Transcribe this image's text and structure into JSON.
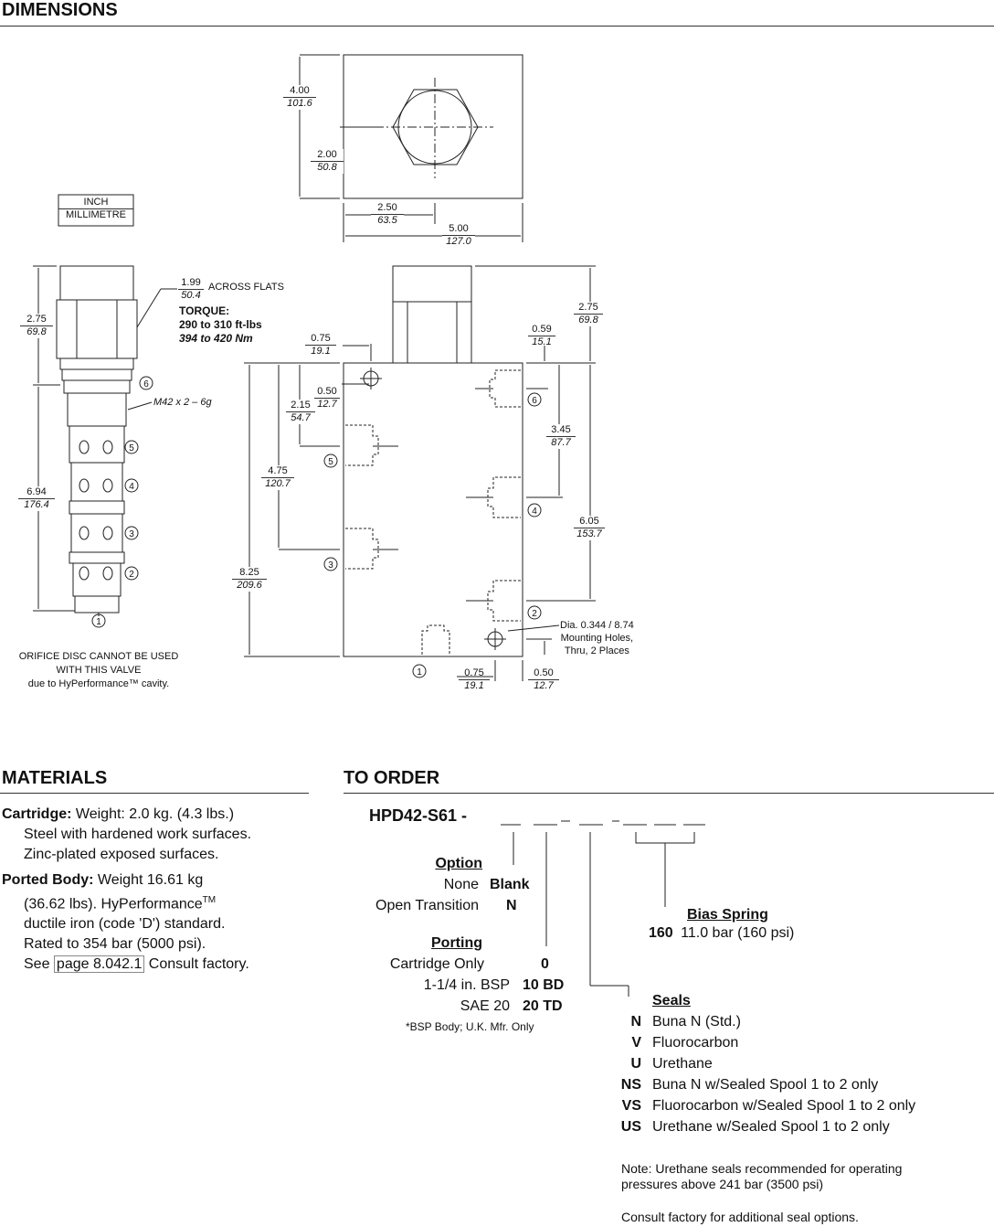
{
  "dimensions": {
    "heading": "DIMENSIONS",
    "unit_key": {
      "top": "INCH",
      "bottom": "MILLIMETRE"
    },
    "top_view": {
      "height": {
        "in": "4.00",
        "mm": "101.6"
      },
      "half_height": {
        "in": "2.00",
        "mm": "50.8"
      },
      "half_width": {
        "in": "2.50",
        "mm": "63.5"
      },
      "width": {
        "in": "5.00",
        "mm": "127.0"
      }
    },
    "cartridge": {
      "hex": {
        "in": "1.99",
        "mm": "50.4",
        "text": "ACROSS FLATS"
      },
      "torque_label": "TORQUE:",
      "torque_ftlb": "290 to 310 ft-lbs",
      "torque_nm": "394 to 420 Nm",
      "thread": "M42 x 2 – 6g",
      "top_len": {
        "in": "2.75",
        "mm": "69.8"
      },
      "total_len": {
        "in": "6.94",
        "mm": "176.4"
      },
      "note": [
        "ORIFICE DISC CANNOT BE USED",
        "WITH THIS VALVE",
        "due to HyPerformance™ cavity."
      ]
    },
    "body": {
      "cart_height": {
        "in": "2.75",
        "mm": "69.8"
      },
      "left_hole": {
        "in": "0.75",
        "mm": "19.1"
      },
      "port_top": {
        "in": "0.50",
        "mm": "12.7"
      },
      "right_top": {
        "in": "0.59",
        "mm": "15.1"
      },
      "port5": {
        "in": "2.15",
        "mm": "54.7"
      },
      "port3": {
        "in": "4.75",
        "mm": "120.7"
      },
      "port4": {
        "in": "3.45",
        "mm": "87.7"
      },
      "overall": {
        "in": "8.25",
        "mm": "209.6"
      },
      "right_len": {
        "in": "6.05",
        "mm": "153.7"
      },
      "bottom_left": {
        "in": "0.75",
        "mm": "19.1"
      },
      "bottom_right": {
        "in": "0.50",
        "mm": "12.7"
      },
      "mounting": [
        "Dia. 0.344 / 8.74",
        "Mounting Holes,",
        "Thru, 2 Places"
      ]
    },
    "ports": [
      "1",
      "2",
      "3",
      "4",
      "5",
      "6"
    ]
  },
  "materials": {
    "heading": "MATERIALS",
    "cartridge_label": "Cartridge:",
    "cartridge_text": "Weight: 2.0 kg. (4.3 lbs.)",
    "cartridge_lines": [
      "Steel with hardened work surfaces.",
      "Zinc-plated exposed surfaces."
    ],
    "body_label": "Ported Body:",
    "body_text": "Weight 16.61 kg",
    "body_l1": "(36.62 lbs). HyPerformance",
    "body_tm": "TM",
    "body_l2": "ductile iron (code 'D') standard.",
    "body_l3": "Rated to 354 bar (5000 psi).",
    "body_see": "See",
    "body_link": "page 8.042.1",
    "body_after": "Consult factory."
  },
  "order": {
    "heading": "TO ORDER",
    "model": "HPD42-S61 -",
    "option_title": "Option",
    "options": [
      {
        "label": "None",
        "code": "Blank"
      },
      {
        "label": "Open Transition",
        "code": "N"
      }
    ],
    "porting_title": "Porting",
    "porting": [
      {
        "label": "Cartridge Only",
        "code": "0"
      },
      {
        "label": "1-1/4 in. BSP",
        "code": "10 BD"
      },
      {
        "label": "SAE 20",
        "code": "20 TD"
      }
    ],
    "porting_note": "*BSP Body; U.K. Mfr. Only",
    "bias_title": "Bias Spring",
    "bias_code": "160",
    "bias_label": "11.0 bar (160 psi)",
    "seals_title": "Seals",
    "seals": [
      {
        "code": "N",
        "label": "Buna N (Std.)"
      },
      {
        "code": "V",
        "label": "Fluorocarbon"
      },
      {
        "code": "U",
        "label": "Urethane"
      },
      {
        "code": "NS",
        "label": "Buna N w/Sealed Spool 1 to 2 only"
      },
      {
        "code": "VS",
        "label": "Fluorocarbon w/Sealed Spool 1 to 2 only"
      },
      {
        "code": "US",
        "label": "Urethane w/Sealed Spool 1 to 2 only"
      }
    ],
    "note1": [
      "Note:  Urethane seals recommended for operating",
      "pressures above 241 bar (3500 psi)"
    ],
    "note2": "Consult factory for additional seal options."
  }
}
